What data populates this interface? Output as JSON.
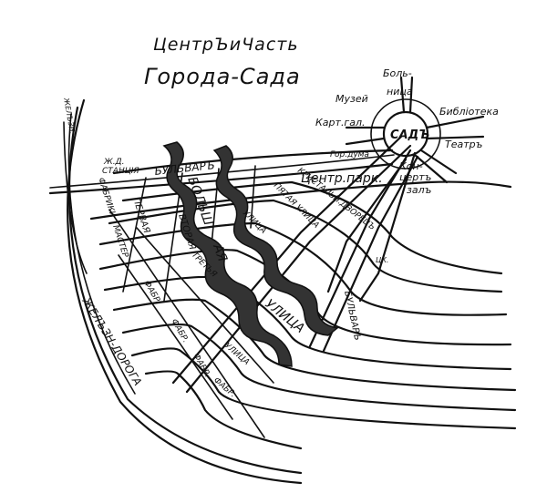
{
  "title": {
    "line1": "ЦентрЪиЧасть",
    "line2": "Города-Сада"
  },
  "labels": {
    "garden": "САДЪ",
    "hospital_1": "Боль-",
    "hospital_2": "ница",
    "museum": "Музей",
    "library": "Библiотека",
    "art_gallery": "Карт.гал.",
    "theatre": "Театръ",
    "town_duma": "Гор.дума",
    "concert_hall_1": "Кон-",
    "concert_hall_2": "цертъ",
    "concert_hall_3": "залъ",
    "central_park": "Центр.парк.",
    "boulevard_top": "БУЛЬВАРЪ",
    "station_1": "Ж.Д.",
    "station_2": "СТАНЦIЯ",
    "big_street_1": "БОЛЬШ",
    "big_street_2": "АЯ",
    "big_street_3": "УЛИЦА",
    "crystal_palace": "КРИСТАЛЬН.ДВОРЕЦЪ",
    "fifth_street": "ПЯТАЯ УЛИЦА",
    "first_street": "ПЕРВАЯ",
    "second_street": "ВТОРАЯ",
    "factories_1": "ФАБРИКИ",
    "workshops": "МАСТЕР",
    "factories_2": "ФАБР.",
    "factories_3": "ФАБР.",
    "factories_4": "ФАБР.",
    "factories_5": "ФАБР.",
    "street_lower": "УЛИЦА",
    "street_upper": "УЛИЦА",
    "third_street": "ТРЕТЬЯ",
    "boulevard_right": "БУЛЬВАРЪ",
    "tsk": "ЦК.",
    "railway_road": "ЖЕЛЪЗН-ДОРОГА",
    "railway_line": "ЖЕЛЪЗН."
  }
}
